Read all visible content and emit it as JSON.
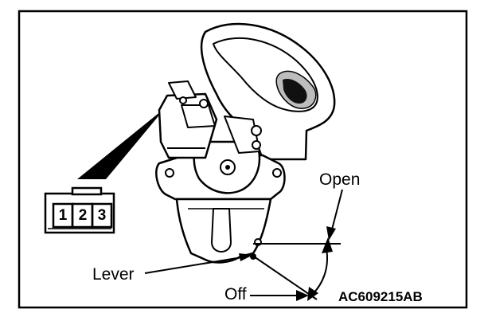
{
  "labels": {
    "open": "Open",
    "lever": "Lever",
    "off": "Off",
    "figure_code": "AC609215AB"
  },
  "connector": {
    "pins": [
      "1",
      "2",
      "3"
    ]
  }
}
